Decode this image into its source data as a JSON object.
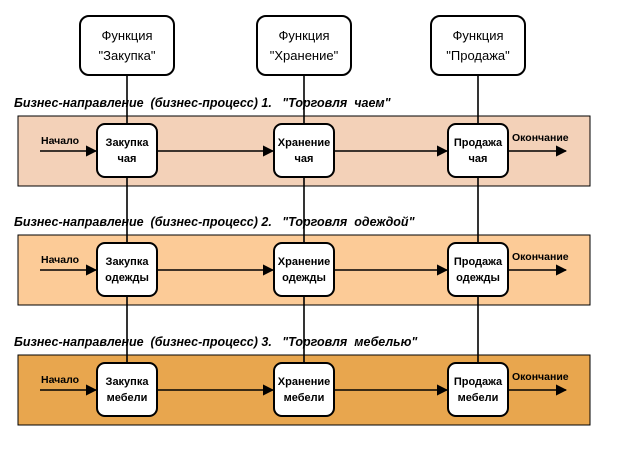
{
  "functions": [
    {
      "line1": "Функция",
      "line2": "\"Закупка\""
    },
    {
      "line1": "Функция",
      "line2": "\"Хранение\""
    },
    {
      "line1": "Функция",
      "line2": "\"Продажа\""
    }
  ],
  "processes": [
    {
      "title": "Бизнес-направление  (бизнес-процесс) 1.   \"Торговля  чаем\"",
      "start": "Начало",
      "end": "Окончание",
      "color": "#f3d1b8",
      "nodes": [
        {
          "line1": "Закупка",
          "line2": "чая"
        },
        {
          "line1": "Хранение",
          "line2": "чая"
        },
        {
          "line1": "Продажа",
          "line2": "чая"
        }
      ]
    },
    {
      "title": "Бизнес-направление  (бизнес-процесс) 2.   \"Торговля  одеждой\"",
      "start": "Начало",
      "end": "Окончание",
      "color": "#fccb97",
      "nodes": [
        {
          "line1": "Закупка",
          "line2": "одежды"
        },
        {
          "line1": "Хранение",
          "line2": "одежды"
        },
        {
          "line1": "Продажа",
          "line2": "одежды"
        }
      ]
    },
    {
      "title": "Бизнес-направление  (бизнес-процесс) 3.   \"Торговля  мебелью\"",
      "start": "Начало",
      "end": "Окончание",
      "color": "#e8a64e",
      "nodes": [
        {
          "line1": "Закупка",
          "line2": "мебели"
        },
        {
          "line1": "Хранение",
          "line2": "мебели"
        },
        {
          "line1": "Продажа",
          "line2": "мебели"
        }
      ]
    }
  ]
}
